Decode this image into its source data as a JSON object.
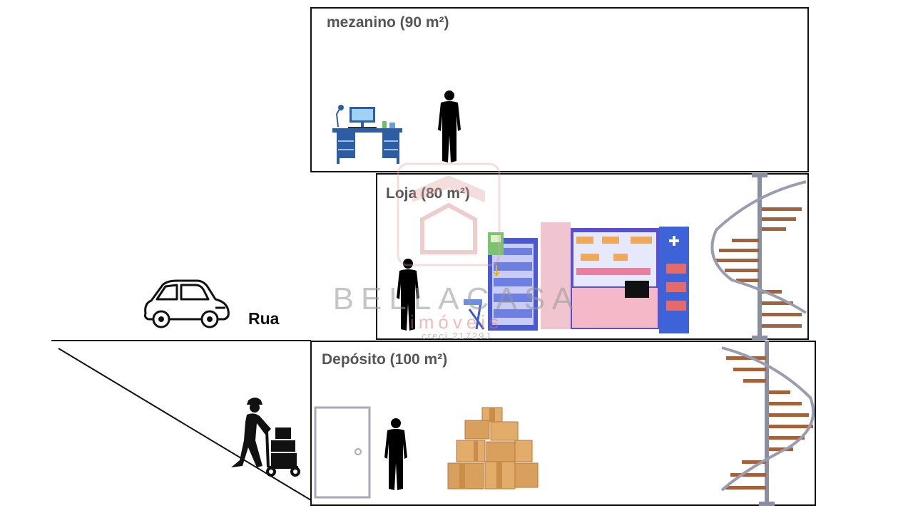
{
  "floors": {
    "mezanino": {
      "label": "mezanino (90 m²)"
    },
    "loja": {
      "label": "Loja (80 m²)"
    },
    "deposito": {
      "label": "Depósito (100 m²)"
    }
  },
  "street": {
    "label": "Rua"
  },
  "watermark": {
    "brand": "BELLACASA",
    "sub": "imóveis",
    "creci": "creci 21729J"
  },
  "icons": [
    "car-icon",
    "worker-with-hand-truck-icon",
    "desk-icon",
    "computer-icon",
    "person-silhouette-icon",
    "pharmacy-shelves-icon",
    "spiral-staircase-icon",
    "door-icon",
    "boxes-icon",
    "house-logo-icon"
  ]
}
